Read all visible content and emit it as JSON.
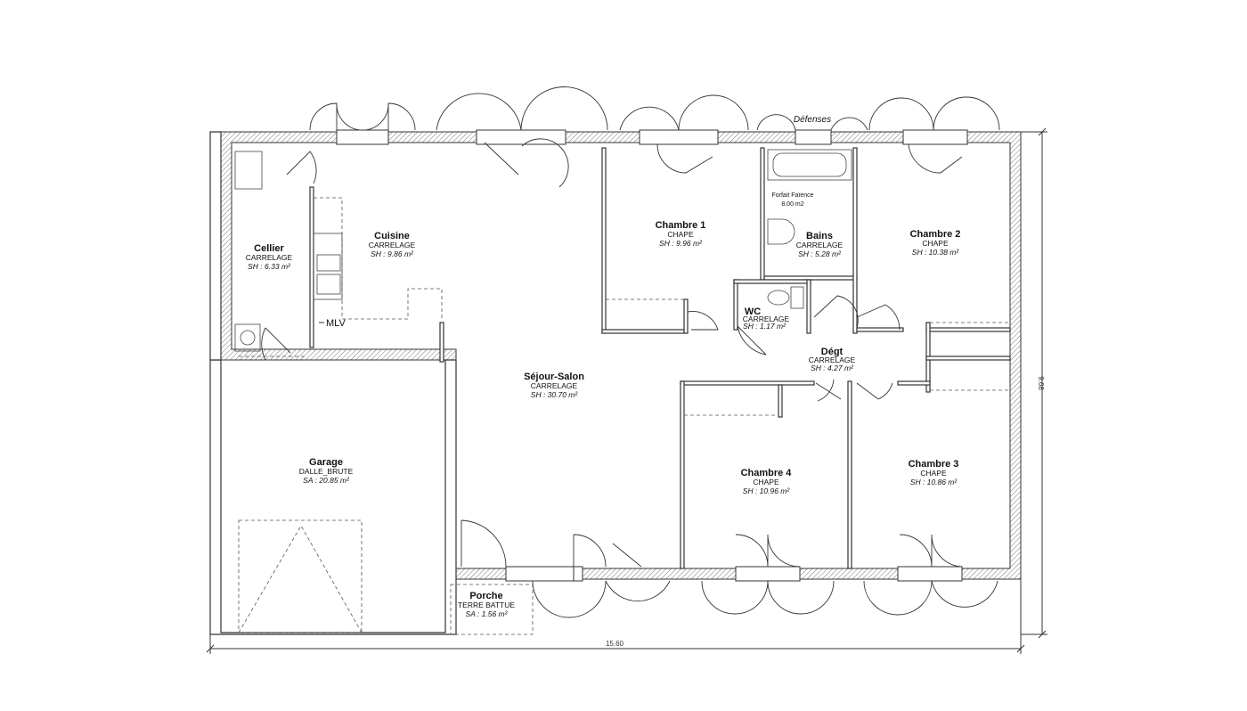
{
  "plan": {
    "rooms": [
      {
        "name": "Cellier",
        "floor": "CARRELAGE",
        "area": "SH : 6.33 m²"
      },
      {
        "name": "Cuisine",
        "floor": "CARRELAGE",
        "area": "SH : 9.86 m²"
      },
      {
        "name": "Séjour-Salon",
        "floor": "CARRELAGE",
        "area": "SH : 30.70 m²"
      },
      {
        "name": "Chambre 1",
        "floor": "CHAPE",
        "area": "SH : 9.96 m²"
      },
      {
        "name": "Bains",
        "floor": "CARRELAGE",
        "area": "SH : 5.28 m²"
      },
      {
        "name": "Chambre 2",
        "floor": "CHAPE",
        "area": "SH : 10.38 m²"
      },
      {
        "name": "WC",
        "floor": "CARRELAGE",
        "area": "SH : 1.17 m²"
      },
      {
        "name": "Dégt",
        "floor": "CARRELAGE",
        "area": "SH : 4.27 m²"
      },
      {
        "name": "Garage",
        "floor": "DALLE_BRUTE",
        "area": "SA : 20.85 m²"
      },
      {
        "name": "Chambre 4",
        "floor": "CHAPE",
        "area": "SH : 10.96 m²"
      },
      {
        "name": "Chambre 3",
        "floor": "CHAPE",
        "area": "SH : 10.86 m²"
      },
      {
        "name": "Porche",
        "floor": "TERRE BATTUE",
        "area": "SA : 1.56 m²"
      }
    ],
    "labels": {
      "defenses": "Défenses",
      "mlv": "MLV",
      "faience": "Forfait Faïence",
      "faience_area": "8.00 m2"
    },
    "dimensions": {
      "width": "15.60",
      "depth": "9.68"
    }
  }
}
